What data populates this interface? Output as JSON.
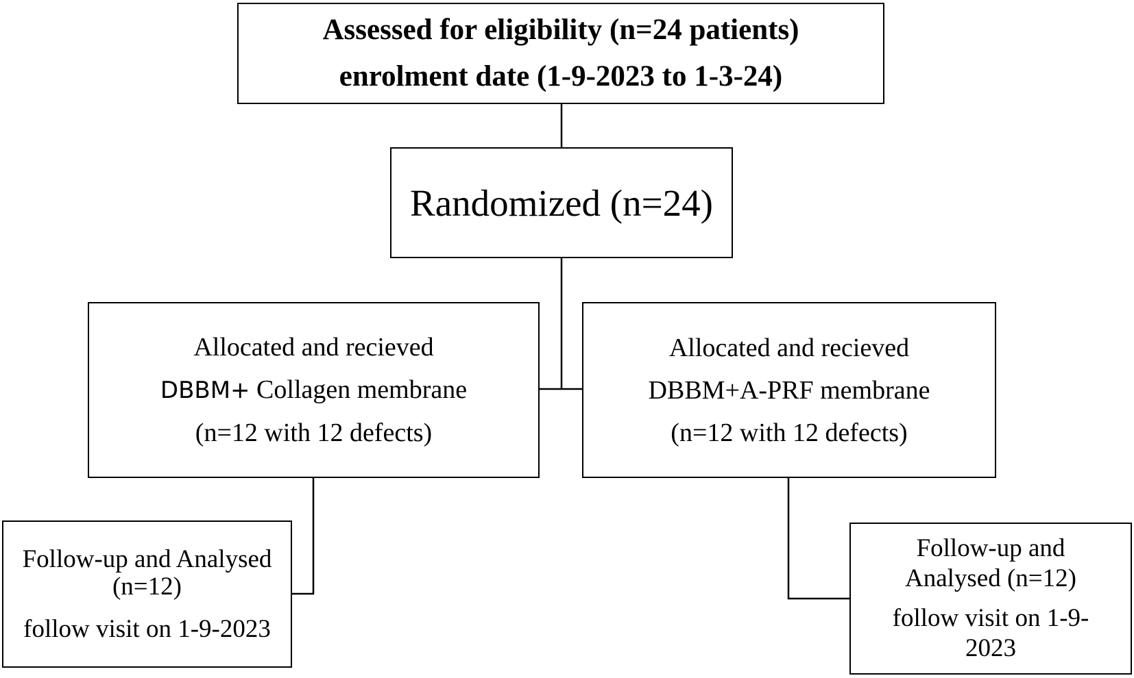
{
  "flowchart": {
    "assessed": {
      "line1": "Assessed for eligibility (n=24 patients)",
      "line2": "enrolment date (1-9-2023 to 1-3-24)"
    },
    "randomized": {
      "label": "Randomized (n=24)"
    },
    "group_left": {
      "line1": "Allocated and recieved",
      "line2_prefix": "DBBM+",
      "line2_rest": " Collagen membrane",
      "line3": "(n=12 with 12 defects)"
    },
    "group_right": {
      "line1": "Allocated and recieved",
      "line2": "DBBM+A-PRF membrane",
      "line3": "(n=12 with 12 defects)"
    },
    "followup_left": {
      "line1": "Follow-up and Analysed",
      "line2": "(n=12)",
      "line3": "follow visit on 1-9-2023"
    },
    "followup_right": {
      "line1": "Follow-up and",
      "line2": "Analysed (n=12)",
      "line3": "follow visit on 1-9-",
      "line4": "2023"
    }
  },
  "colors": {
    "stroke": "#000000",
    "background": "#ffffff"
  }
}
